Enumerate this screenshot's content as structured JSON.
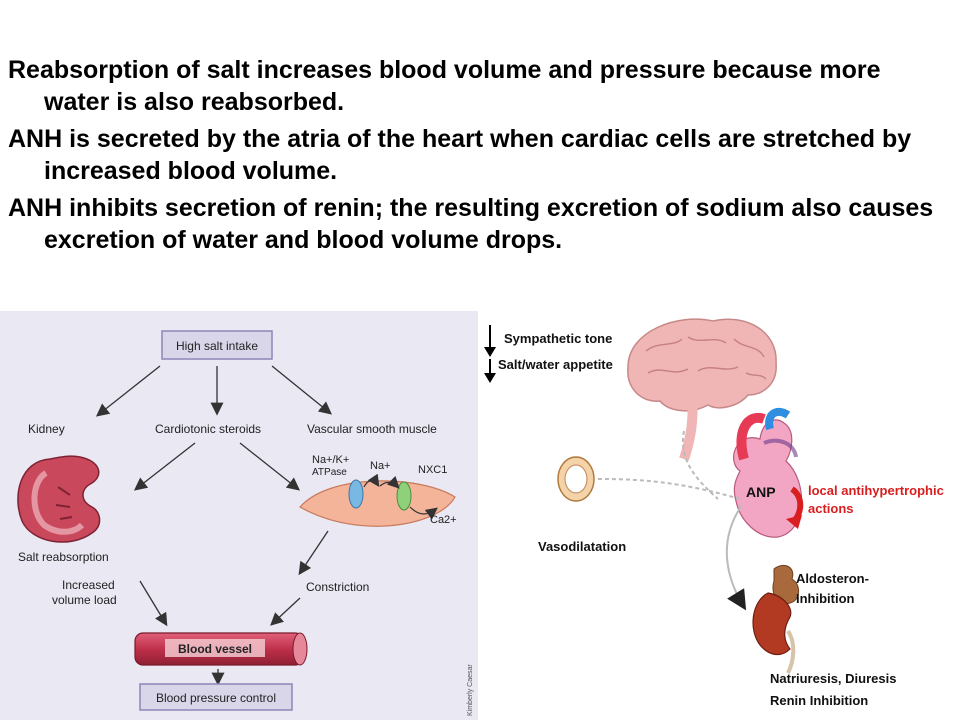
{
  "bullets": [
    "Reabsorption of salt increases blood volume and pressure because more water is also reabsorbed.",
    "ANH is secreted by the atria of the heart when cardiac cells are stretched by increased blood volume.",
    "ANH inhibits secretion of renin; the resulting excretion of sodium also causes excretion of water and blood volume drops."
  ],
  "left_diagram": {
    "high_salt": "High salt intake",
    "kidney": "Kidney",
    "cardiotonic": "Cardiotonic steroids",
    "vascular": "Vascular smooth muscle",
    "na_k_top": "Na+/K+",
    "atpase": "ATPase",
    "na": "Na+",
    "nxc1": "NXC1",
    "ca": "Ca2+",
    "salt_reabsorption": "Salt reabsorption",
    "increased_1": "Increased",
    "increased_2": "volume load",
    "constriction": "Constriction",
    "blood_vessel": "Blood vessel",
    "bp_control": "Blood pressure control",
    "credit": "Kimberly Caesar"
  },
  "right_diagram": {
    "sympathetic": "Sympathetic tone",
    "salt_water": "Salt/water appetite",
    "anp": "ANP",
    "local_1": "local antihypertrophic",
    "local_2": "actions",
    "vasodilatation": "Vasodilatation",
    "aldo_1": "Aldosteron-",
    "aldo_2": "Inhibition",
    "natri": "Natriuresis, Diuresis",
    "renin": "Renin Inhibition"
  },
  "colors": {
    "panel_bg": "#e9e8f3",
    "box_fill": "#d9d6ea",
    "box_stroke": "#8c86b8",
    "kidney": "#c9485b",
    "muscle": "#f3b49a",
    "vessel": "#c0304a",
    "red_text": "#d81e1e"
  }
}
